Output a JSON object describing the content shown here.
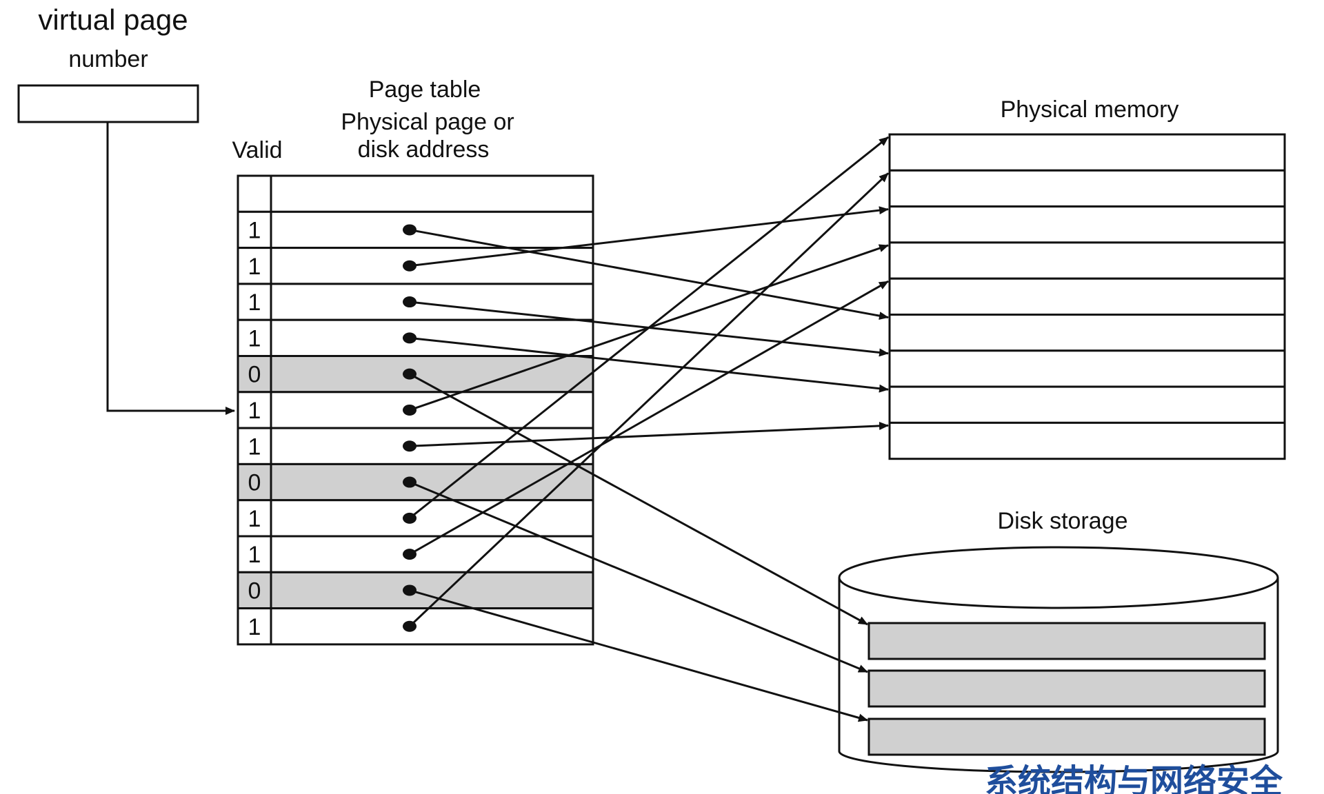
{
  "vpn": {
    "title_line1": "virtual page",
    "title_line2": "number"
  },
  "page_table": {
    "title": "Page table",
    "column_valid": "Valid",
    "column_addr_line1": "Physical page or",
    "column_addr_line2": "disk address",
    "rows": [
      {
        "valid": "",
        "status": "empty"
      },
      {
        "valid": "1",
        "status": "memory",
        "target_slot": 5
      },
      {
        "valid": "1",
        "status": "memory",
        "target_slot": 2
      },
      {
        "valid": "1",
        "status": "memory",
        "target_slot": 6
      },
      {
        "valid": "1",
        "status": "memory",
        "target_slot": 7
      },
      {
        "valid": "0",
        "status": "disk",
        "target_slot": 0
      },
      {
        "valid": "1",
        "status": "memory",
        "target_slot": 3
      },
      {
        "valid": "1",
        "status": "memory",
        "target_slot": 8
      },
      {
        "valid": "0",
        "status": "disk",
        "target_slot": 1
      },
      {
        "valid": "1",
        "status": "memory",
        "target_slot": 0
      },
      {
        "valid": "1",
        "status": "memory",
        "target_slot": 4
      },
      {
        "valid": "0",
        "status": "disk",
        "target_slot": 2
      },
      {
        "valid": "1",
        "status": "memory",
        "target_slot": 1
      }
    ],
    "selected_row": 6
  },
  "physical_memory": {
    "title": "Physical memory",
    "slot_count": 9
  },
  "disk_storage": {
    "title": "Disk storage",
    "block_count": 3
  },
  "watermark": {
    "text": "系统结构与网络安全"
  },
  "colors": {
    "line": "#111111",
    "invalid_row_fill": "#d0d0d0",
    "disk_block_fill": "#d0d0d0",
    "watermark": "#1f4e9c"
  }
}
